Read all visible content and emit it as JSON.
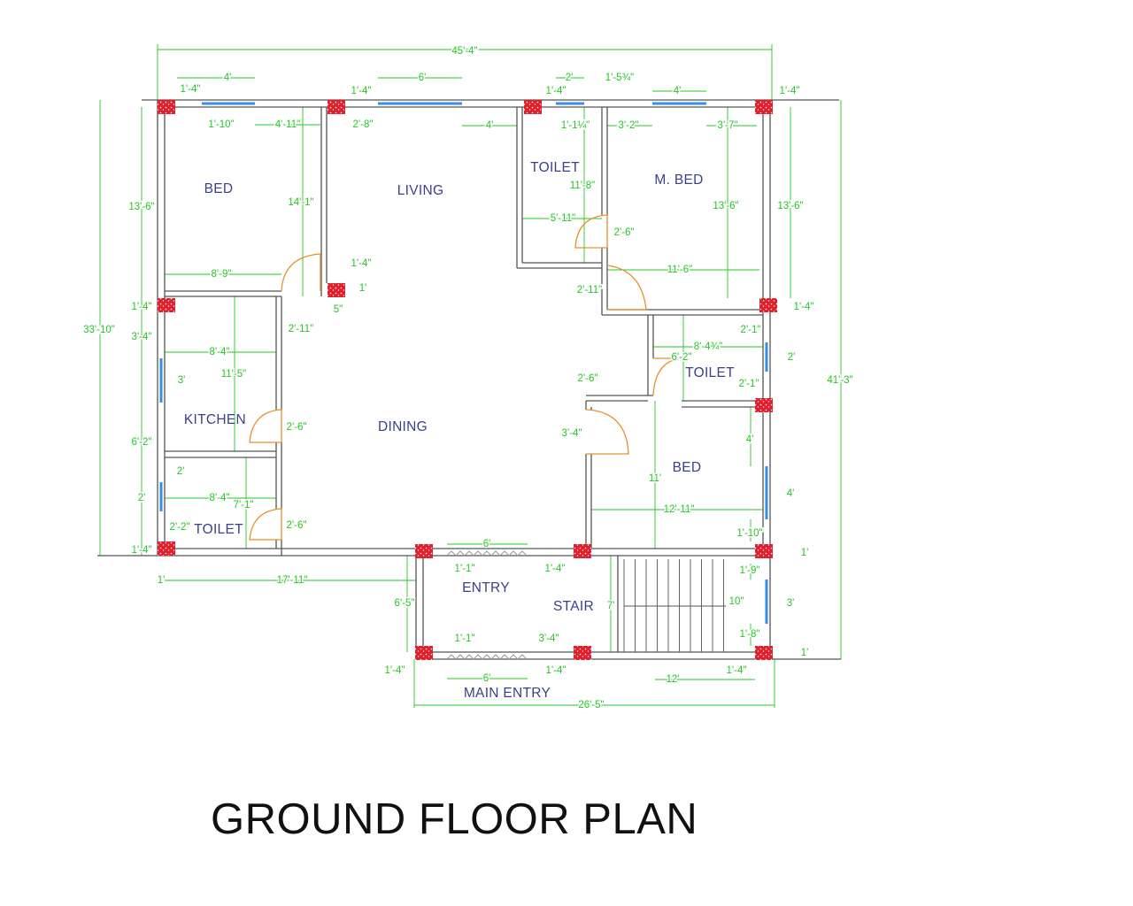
{
  "title": "GROUND FLOOR PLAN",
  "rooms": [
    "BED",
    "LIVING",
    "TOILET",
    "M. BED",
    "KITCHEN",
    "DINING",
    "TOILET",
    "BED",
    "TOILET",
    "ENTRY",
    "STAIR",
    "MAIN ENTRY"
  ],
  "dims": [
    "45'-4\"",
    "4'",
    "1'-4\"",
    "1'-10\"",
    "4'-11\"",
    "1'-4\"",
    "6'",
    "2'-8\"",
    "4'",
    "2'",
    "1'-5¾\"",
    "1'-4\"",
    "1'-1¼\"",
    "3'-2\"",
    "4'",
    "3'-7\"",
    "1'-4\"",
    "13'-6\"",
    "14'-1\"",
    "11'-8\"",
    "5'-11\"",
    "2'-6\"",
    "13'-6\"",
    "13'-6\"",
    "1'-4\"",
    "8'-9\"",
    "1'",
    "2'-11\"",
    "11'-6\"",
    "1'-4\"",
    "5\"",
    "1'-4\"",
    "33'-10\"",
    "3'-4\"",
    "2'-11\"",
    "2'-1\"",
    "8'-4\"",
    "8'-4¾\"",
    "6'-2\"",
    "2'",
    "3'",
    "11'-5\"",
    "2'-6\"",
    "2'-1\"",
    "41'-3\"",
    "2'-6\"",
    "3'-4\"",
    "4'",
    "6'-2\"",
    "11'",
    "2'",
    "4'",
    "2'",
    "8'-4\"",
    "7'-1\"",
    "12'-11\"",
    "2'-2\"",
    "2'-6\"",
    "1'-10\"",
    "1'-4\"",
    "6'",
    "1'",
    "1'-1\"",
    "1'-4\"",
    "1'-9\"",
    "1'",
    "17'-11\"",
    "6'-5\"",
    "7'",
    "10\"",
    "3'",
    "1'-8\"",
    "1'-1\"",
    "3'-4\"",
    "1'",
    "1'-4\"",
    "1'-4\"",
    "6'",
    "12'",
    "1'-4\"",
    "26'-5\""
  ],
  "colors": {
    "wall": "#555555",
    "dimension": "#22c922",
    "room_label": "#3b3f8c",
    "column": "#e0202c",
    "window": "#3a8ee6",
    "door": "#e8902a"
  }
}
